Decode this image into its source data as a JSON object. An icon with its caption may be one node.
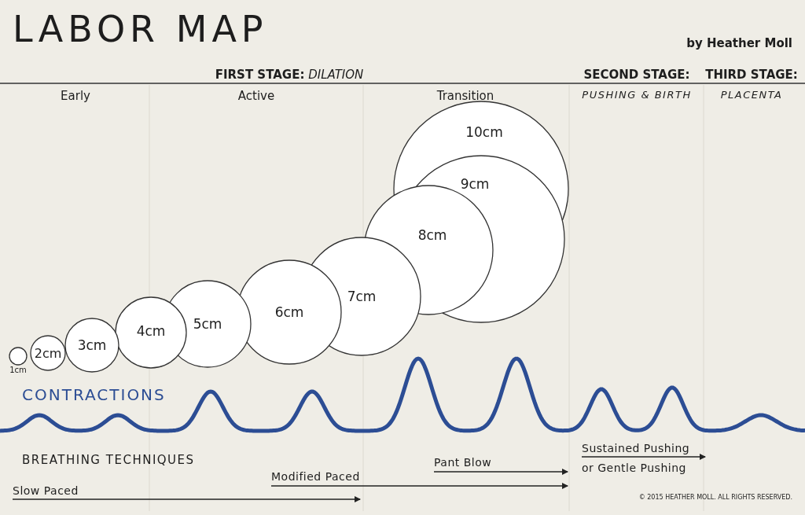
{
  "diagram": {
    "title": "LABOR MAP",
    "nodes": [
      {
        "text": [],
        "shape": "circle",
        "beside": [
          "1cm"
        ]
      },
      {
        "text": [
          "2cm"
        ]
      },
      {
        "text": [
          "3cm"
        ]
      },
      {
        "text": [
          "4cm"
        ]
      },
      {
        "text": [
          "5cm"
        ]
      },
      {
        "text": [
          "6cm"
        ]
      },
      {
        "text": [
          "7cm"
        ]
      },
      {
        "text": [
          "8cm"
        ]
      },
      {
        "text": [
          "9cm"
        ]
      },
      {
        "text": [
          "10cm"
        ]
      }
    ],
    "edges": [],
    "labels": [
      "by Heather Moll",
      "**FIRST STAGE:** *DILATION*",
      "SECOND STAGE:",
      "THIRD STAGE:",
      "Early",
      "Active",
      "Transition",
      "PUSHING & BIRTH",
      "PLACENTA",
      "CONTRACTIONS",
      "BREATHING TECHNIQUES",
      "Sustained Pushing",
      "Pant Blow",
      "or Gentle Pushing",
      "Modified Paced",
      "Slow Paced",
      "© 2015 HEATHER MOLL. ALL RIGHTS RESERVED."
    ]
  }
}
